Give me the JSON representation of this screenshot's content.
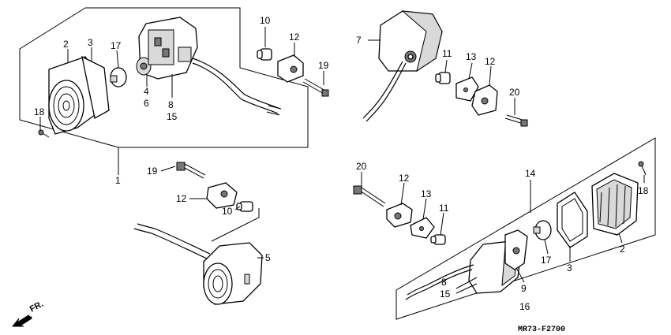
{
  "diagram_code": "MR73-F2700",
  "direction_label": "FR.",
  "callouts": {
    "c1": "1",
    "c2a": "2",
    "c2b": "2",
    "c3a": "3",
    "c3b": "3",
    "c4": "4",
    "c5": "5",
    "c6": "6",
    "c7": "7",
    "c8a": "8",
    "c8b": "8",
    "c9": "9",
    "c10a": "10",
    "c10b": "10",
    "c11a": "11",
    "c11b": "11",
    "c12a": "12",
    "c12b": "12",
    "c12c": "12",
    "c12d": "12",
    "c13a": "13",
    "c13b": "13",
    "c14": "14",
    "c15a": "15",
    "c15b": "15",
    "c16": "16",
    "c17a": "17",
    "c17b": "17",
    "c18a": "18",
    "c18b": "18",
    "c19a": "19",
    "c19b": "19",
    "c20a": "20",
    "c20b": "20"
  }
}
